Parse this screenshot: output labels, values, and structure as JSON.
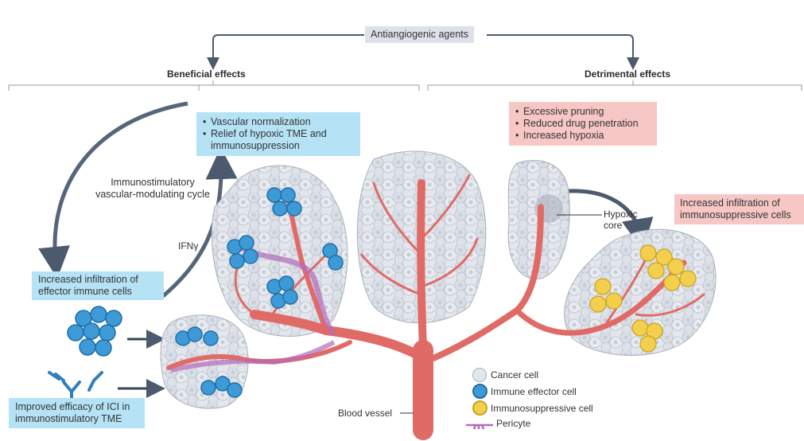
{
  "top": {
    "agents_label": "Antiangiogenic agents",
    "beneficial_header": "Beneficial effects",
    "detrimental_header": "Detrimental effects"
  },
  "beneficial": {
    "normalization_box": [
      "Vascular normalization",
      "Relief of hypoxic TME and immunosuppression"
    ],
    "cycle_label_line1": "Immunostimulatory",
    "cycle_label_line2": "vascular-modulating cycle",
    "ifn_label": "IFNγ",
    "infiltration_line1": "Increased infiltration of",
    "infiltration_line2": "effector immune cells",
    "ici_line1": "Improved efficacy of ICI in",
    "ici_line2": "immunostimulatory TME"
  },
  "detrimental": {
    "effects_box": [
      "Excessive pruning",
      "Reduced drug penetration",
      "Increased hypoxia"
    ],
    "hypoxic_line1": "Hypoxic",
    "hypoxic_line2": "core",
    "suppressive_line1": "Increased infiltration of",
    "suppressive_line2": "immunosuppressive cells"
  },
  "blood_vessel_label": "Blood vessel",
  "legend": [
    {
      "icon": "cancer-cell-icon",
      "label": "Cancer cell"
    },
    {
      "icon": "immune-effector-cell-icon",
      "label": "Immune effector cell"
    },
    {
      "icon": "immunosuppressive-cell-icon",
      "label": "Immunosuppressive cell"
    },
    {
      "icon": "pericyte-icon",
      "label": "Pericyte"
    }
  ],
  "colors": {
    "vessel": "#e06b66",
    "pericyte": "#b36bb8",
    "immune_cell": "#3d9ad6",
    "suppressive_cell": "#f2cf4c",
    "cancer_cell": "#d8dce3",
    "arrow": "#4d5a6e"
  }
}
